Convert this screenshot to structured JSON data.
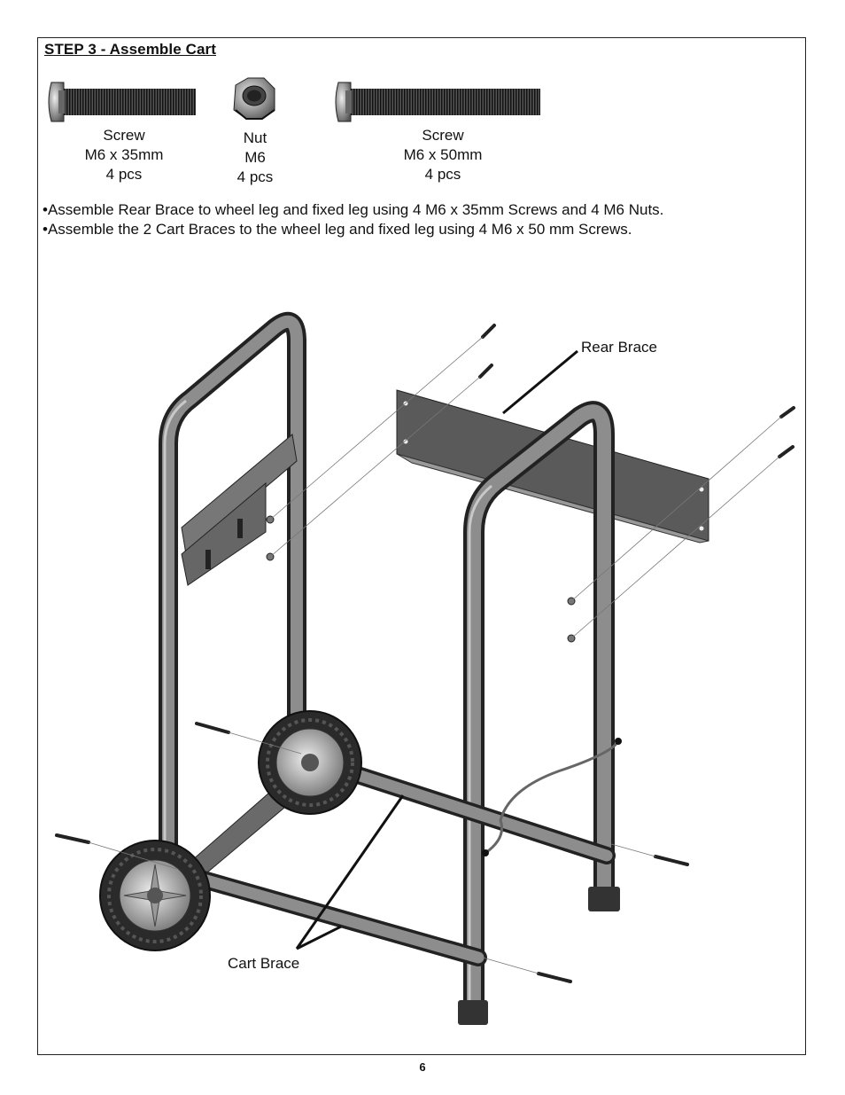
{
  "step_title": "STEP 3 - Assemble Cart",
  "hardware": [
    {
      "name": "Screw",
      "size": "M6 x 35mm",
      "qty": "4 pcs"
    },
    {
      "name": "Nut",
      "size": "M6",
      "qty": "4 pcs"
    },
    {
      "name": "Screw",
      "size": "M6 x 50mm",
      "qty": "4 pcs"
    }
  ],
  "instructions": [
    "•Assemble Rear Brace to wheel leg and fixed leg using 4 M6 x 35mm Screws and 4 M6 Nuts.",
    "•Assemble the 2 Cart Braces to the wheel leg and fixed leg using 4 M6 x 50 mm Screws."
  ],
  "callouts": {
    "rear_brace": "Rear Brace",
    "cart_brace": "Cart Brace"
  },
  "page_number": "6"
}
